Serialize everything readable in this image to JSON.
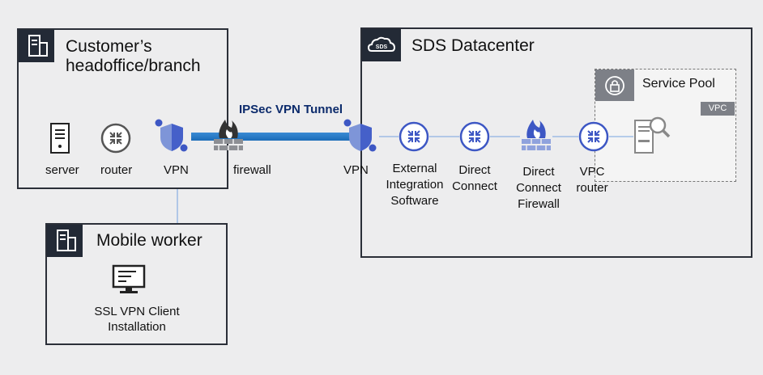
{
  "customer": {
    "title_line1": "Customer’s",
    "title_line2": "headoffice/branch"
  },
  "customer_nodes": {
    "server": "server",
    "router": "router",
    "vpn": "VPN"
  },
  "firewall": {
    "label": "firewall"
  },
  "tunnel": {
    "label": "IPSec VPN Tunnel"
  },
  "mobile": {
    "title": "Mobile worker",
    "client_line1": "SSL VPN  Client",
    "client_line2": "Installation"
  },
  "datacenter": {
    "title": "SDS Datacenter",
    "logo_text": "SDS",
    "vpn": "VPN",
    "external": [
      "External",
      "Integration",
      "Software"
    ],
    "direct_connect": [
      "Direct",
      "Connect"
    ],
    "dc_firewall": [
      "Direct",
      "Connect",
      "Firewall"
    ],
    "vpc_router": [
      "VPC",
      "router"
    ]
  },
  "service_pool": {
    "title": "Service Pool",
    "tag": "VPC"
  },
  "colors": {
    "accent": "#3d57c4",
    "tunnel": "#1c74c4",
    "frame": "#2b2f38",
    "header": "#232a36",
    "grey": "#7d8087"
  }
}
